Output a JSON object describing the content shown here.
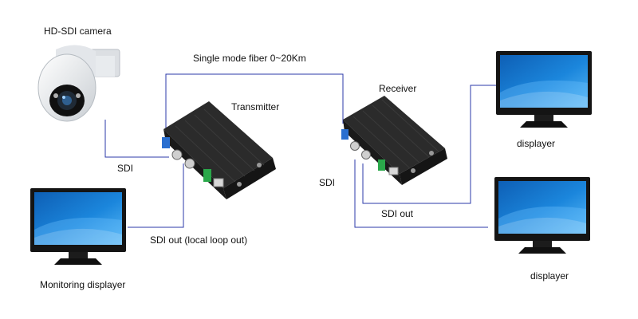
{
  "labels": {
    "camera": "HD-SDI camera",
    "fiber": "Single mode fiber 0~20Km",
    "transmitter": "Transmitter",
    "receiver": "Receiver",
    "displayer_top": "displayer",
    "displayer_bottom": "displayer",
    "sdi_left": "SDI",
    "sdi_right": "SDI",
    "sdi_out": "SDI out",
    "sdi_out_local": "SDI out (local loop out)",
    "monitoring": "Monitoring displayer"
  },
  "colors": {
    "wire": "#2b3aa8",
    "device_body": "#1f1f1f",
    "device_top": "#2e2e2e",
    "screen": "#1b7fd4",
    "screen_light": "#6fc3ff",
    "bezel": "#111111",
    "camera_body": "#e9ecef",
    "camera_lens": "#1a1a1a",
    "fiber_port": "#2a6fd0",
    "terminal_green": "#2aa84a",
    "rj45": "#d8d8d8"
  },
  "icons": {
    "camera": "ptz-dome-camera-icon",
    "transmitter": "fiber-transmitter-device-icon",
    "receiver": "fiber-receiver-device-icon",
    "monitor": "lcd-monitor-icon"
  }
}
